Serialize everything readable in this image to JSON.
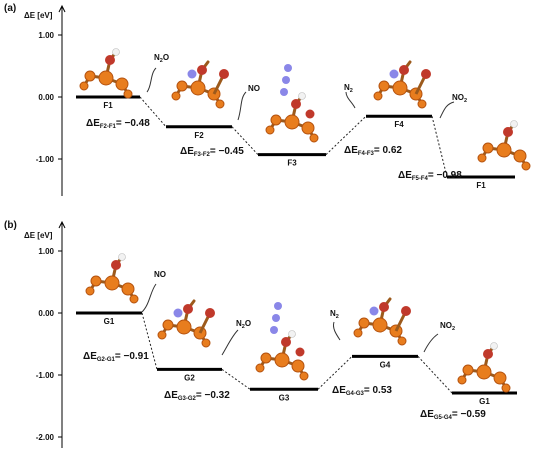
{
  "panels": [
    {
      "id": "a",
      "panel_label": "(a)",
      "axis_label": "ΔE [eV]",
      "ticks": [
        {
          "value": 1.0,
          "label": "1.00"
        },
        {
          "value": 0.0,
          "label": "0.00"
        },
        {
          "value": -1.0,
          "label": "-1.00"
        }
      ],
      "states": [
        {
          "label": "F1",
          "energy": 0.0
        },
        {
          "label": "F2",
          "energy": -0.48
        },
        {
          "label": "F3",
          "energy": -0.93
        },
        {
          "label": "F4",
          "energy": -0.31
        },
        {
          "label": "F1",
          "energy": -1.29
        }
      ],
      "steps": [
        {
          "base": "ΔE",
          "sub": "F2-F1",
          "value": "= −0.48"
        },
        {
          "base": "ΔE",
          "sub": "F3-F2",
          "value": "= −0.45"
        },
        {
          "base": "ΔE",
          "sub": "F4-F3",
          "value": "= 0.62"
        },
        {
          "base": "ΔE",
          "sub": "F5-F4",
          "value": "= −0.98"
        }
      ],
      "molecules": [
        {
          "text": "N",
          "sub": "2",
          "tail": "O"
        },
        {
          "text": "NO",
          "sub": "",
          "tail": ""
        },
        {
          "text": "N",
          "sub": "2",
          "tail": ""
        },
        {
          "text": "NO",
          "sub": "2",
          "tail": ""
        }
      ]
    },
    {
      "id": "b",
      "panel_label": "(b)",
      "axis_label": "ΔE [eV]",
      "ticks": [
        {
          "value": 1.0,
          "label": "1.00"
        },
        {
          "value": 0.0,
          "label": "0.00"
        },
        {
          "value": -1.0,
          "label": "-1.00"
        },
        {
          "value": -2.0,
          "label": "-2.00"
        }
      ],
      "states": [
        {
          "label": "G1",
          "energy": 0.0
        },
        {
          "label": "G2",
          "energy": -0.91
        },
        {
          "label": "G3",
          "energy": -1.23
        },
        {
          "label": "G4",
          "energy": -0.7
        },
        {
          "label": "G1",
          "energy": -1.29
        }
      ],
      "steps": [
        {
          "base": "ΔE",
          "sub": "G2-G1",
          "value": "= −0.91"
        },
        {
          "base": "ΔE",
          "sub": "G3-G2",
          "value": "= −0.32"
        },
        {
          "base": "ΔE",
          "sub": "G4-G3",
          "value": "= 0.53"
        },
        {
          "base": "ΔE",
          "sub": "G5-G4",
          "value": "= −0.59"
        }
      ],
      "molecules": [
        {
          "text": "NO",
          "sub": "",
          "tail": ""
        },
        {
          "text": "N",
          "sub": "2",
          "tail": "O"
        },
        {
          "text": "N",
          "sub": "2",
          "tail": ""
        },
        {
          "text": "NO",
          "sub": "2",
          "tail": ""
        }
      ]
    }
  ],
  "colors": {
    "fe": "#e87d1e",
    "fe_dark": "#b4520f",
    "oxygen": "#c0392b",
    "nitrogen": "#8a87e8",
    "hydrogen": "#f2f2f2",
    "bond": "#9c5a1c"
  }
}
